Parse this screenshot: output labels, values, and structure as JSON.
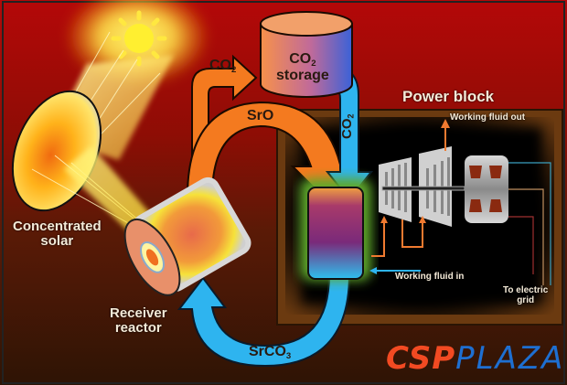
{
  "diagram": {
    "title": "Solar-driven SrO/SrCO3 thermochemical energy storage with power block",
    "labels": {
      "concentrated_solar": [
        "Concentrated",
        "solar"
      ],
      "receiver_reactor": [
        "Receiver",
        "reactor"
      ],
      "co2_storage": {
        "formula": "CO",
        "sub": "2",
        "word": "storage"
      },
      "co2_to_storage": {
        "formula": "CO",
        "sub": "2"
      },
      "co2_to_reactor": {
        "formula": "CO",
        "sub": "2"
      },
      "sro": "SrO",
      "srco3": {
        "formula": "SrCO",
        "sub": "3"
      },
      "power_block": "Power block",
      "working_fluid_out": "Working fluid out",
      "working_fluid_in": "Working fluid in",
      "to_electric_grid": [
        "To electric",
        "grid"
      ]
    },
    "flows": [
      {
        "from": "receiver-reactor",
        "to": "co2-storage",
        "carrier": "CO2",
        "color": "#f47a1f"
      },
      {
        "from": "receiver-reactor",
        "to": "carbonator",
        "carrier": "SrO",
        "color": "#f47a1f"
      },
      {
        "from": "co2-storage",
        "to": "carbonator",
        "carrier": "CO2",
        "color": "#2eb4ef"
      },
      {
        "from": "carbonator",
        "to": "receiver-reactor",
        "carrier": "SrCO3",
        "color": "#2eb4ef"
      }
    ],
    "colors": {
      "hot_flow": "#f47a1f",
      "cold_flow": "#2eb4ef",
      "background_top": "#b80a0a",
      "background_bottom": "#3a1a06",
      "power_block_frame": "#6b3a10"
    }
  },
  "logo": {
    "part1": "CSP",
    "part2": "PLAZA",
    "color1": "#f24a22",
    "color2": "#1e6fd1"
  }
}
